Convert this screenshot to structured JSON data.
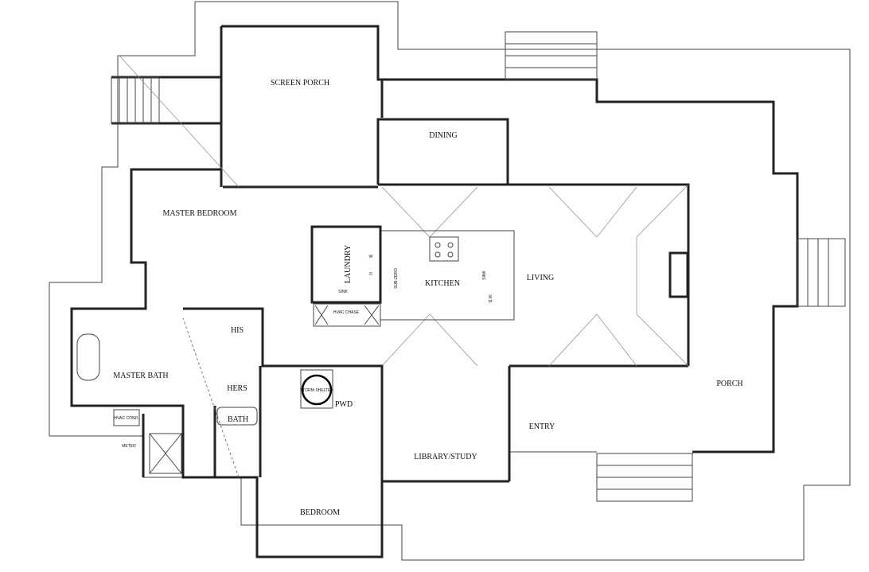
{
  "rooms": {
    "screen_porch": "SCREEN PORCH",
    "dining": "DINING",
    "master_bedroom": "MASTER BEDROOM",
    "laundry": "LAUNDRY",
    "kitchen": "KITCHEN",
    "living": "LIVING",
    "his": "HIS",
    "hers": "HERS",
    "master_bath": "MASTER BATH",
    "bath": "BATH",
    "pwd": "PWD",
    "porch": "PORCH",
    "entry": "ENTRY",
    "library_study": "LIBRARY/STUDY",
    "bedroom": "BEDROOM"
  },
  "fixtures": {
    "sub_zero": "SUB-ZERO",
    "sink": "SINK",
    "dishwasher": "D.W.",
    "washer": "W",
    "dryer": "D",
    "laundry_sink": "SINK",
    "hvac_chase": "HVAC CHASE",
    "storm_shelter": "STORM SHELTER",
    "hvac_cond": "HVAC COND.",
    "meter": "METER"
  }
}
